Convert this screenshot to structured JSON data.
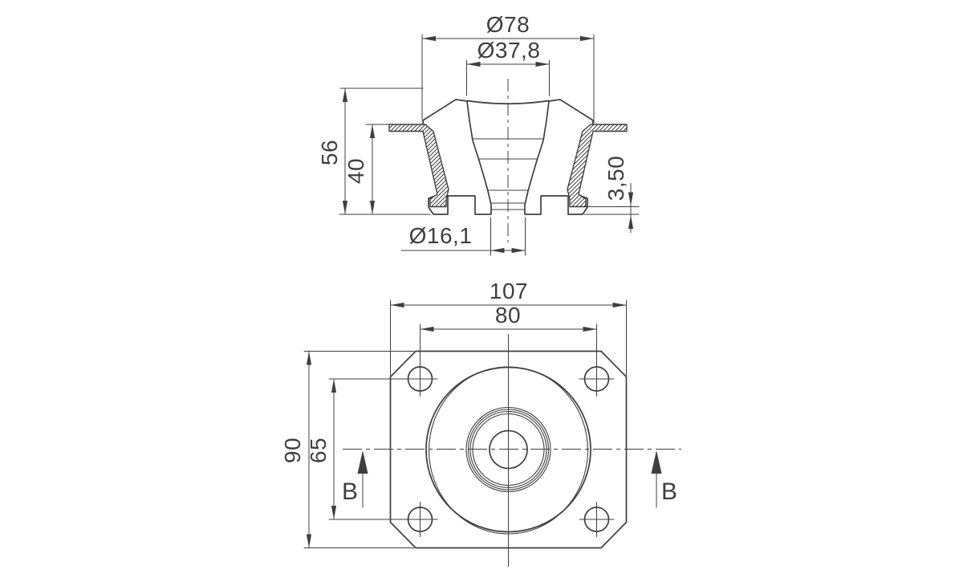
{
  "drawing": {
    "type": "technical-drawing",
    "subject": "rubber-metal conical mount, section view above, plan view of square flange below",
    "colors": {
      "background": "#ffffff",
      "line": "#3f3f3f",
      "text": "#3f3f3f"
    },
    "views": {
      "section": {
        "name": "section view",
        "dimensions": {
          "dia_outer": {
            "label": "Ø78",
            "kind": "diameter"
          },
          "dia_bore_top": {
            "label": "Ø37,8",
            "kind": "diameter"
          },
          "height_total": {
            "label": "56",
            "kind": "linear-vertical"
          },
          "height_body": {
            "label": "40",
            "kind": "linear-vertical"
          },
          "gap_base": {
            "label": "3,50",
            "kind": "linear-vertical"
          },
          "dia_bore_bottom": {
            "label": "Ø16,1",
            "kind": "diameter"
          }
        }
      },
      "plan": {
        "name": "plan view",
        "dimensions": {
          "plate_width": {
            "label": "107",
            "kind": "linear-horizontal"
          },
          "bolt_pitch_x": {
            "label": "80",
            "kind": "linear-horizontal"
          },
          "plate_depth": {
            "label": "90",
            "kind": "linear-vertical"
          },
          "bolt_pitch_y": {
            "label": "65",
            "kind": "linear-vertical"
          }
        },
        "section_markers": {
          "left": {
            "label": "B"
          },
          "right": {
            "label": "B"
          }
        }
      }
    }
  }
}
